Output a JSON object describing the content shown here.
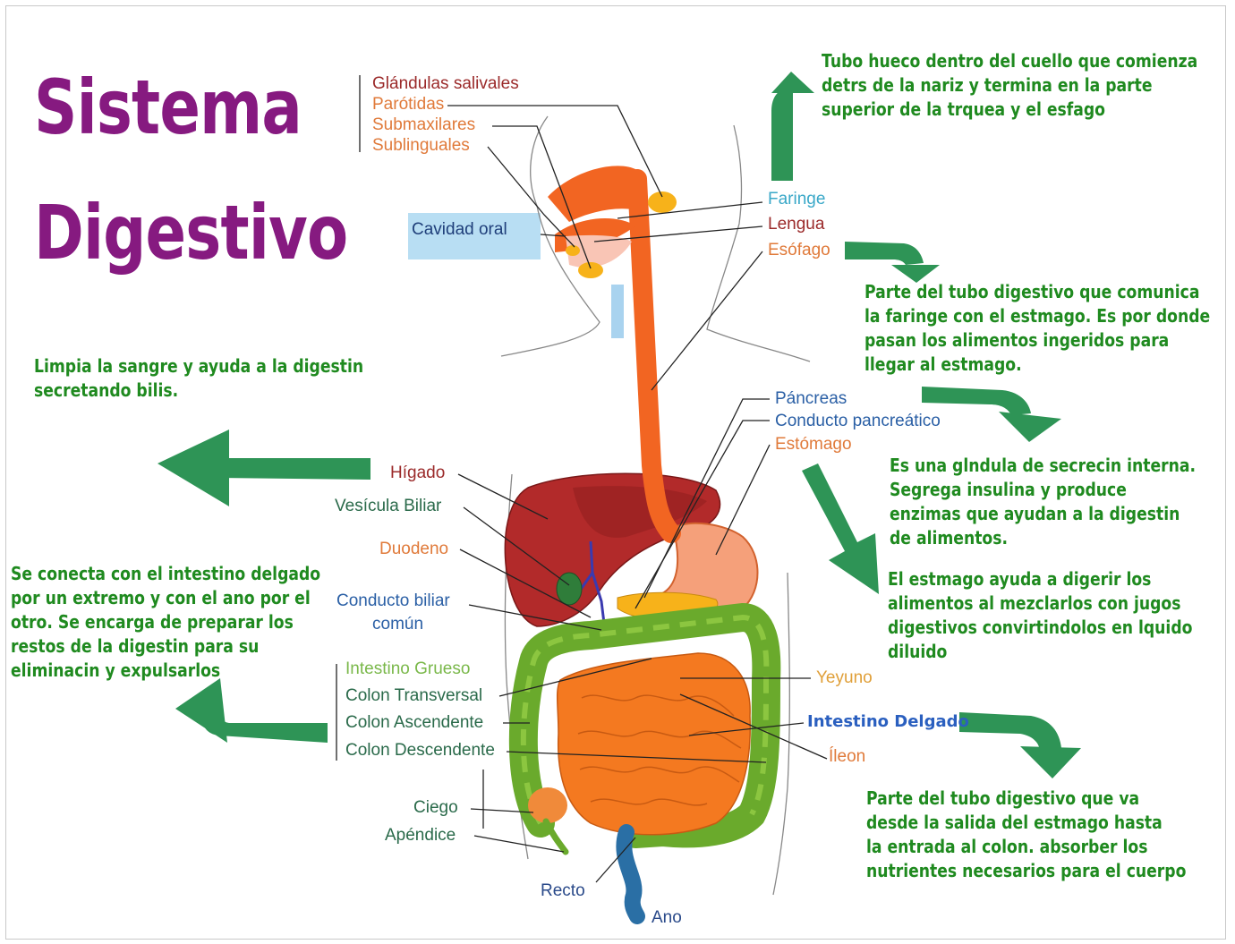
{
  "title": {
    "line1": "Sistema",
    "line2": "Digestivo"
  },
  "labels": {
    "glandulas": "Glándulas salivales",
    "parotidas": "Parótidas",
    "submaxilares": "Submaxilares",
    "sublinguales": "Sublinguales",
    "cavidad_oral": "Cavidad oral",
    "faringe": "Faringe",
    "lengua": "Lengua",
    "esofago": "Esófago",
    "pancreas": "Páncreas",
    "conducto_pancreatico": "Conducto pancreático",
    "estomago": "Estómago",
    "higado": "Hígado",
    "vesicula": "Vesícula Biliar",
    "duodeno": "Duodeno",
    "conducto_biliar_1": "Conducto biliar",
    "conducto_biliar_2": "común",
    "intestino_grueso": "Intestino Grueso",
    "colon_transversal": "Colon Transversal",
    "colon_ascendente": "Colon Ascendente",
    "colon_descendente": "Colon Descendente",
    "yeyuno": "Yeyuno",
    "intestino_delgado": "Intestino Delgado",
    "ileon": "Íleon",
    "ciego": "Ciego",
    "apendice": "Apéndice",
    "recto": "Recto",
    "ano": "Ano"
  },
  "notes": {
    "faringe": [
      "Tubo hueco dentro del cuello que comienza",
      "detrs de la nariz y termina en la parte",
      "superior de la trquea y el esfago"
    ],
    "esofago": [
      "Parte del tubo digestivo que comunica",
      "la faringe con el estmago. Es por donde",
      "pasan los alimentos ingeridos para",
      "llegar al estmago."
    ],
    "pancreas": [
      "Es una glndula de secrecin interna.",
      "Segrega insulina y  produce",
      "enzimas que ayudan a la digestin",
      "de alimentos."
    ],
    "estomago": [
      "El estmago ayuda a digerir los",
      "alimentos al mezclarlos con jugos",
      "digestivos convirtindolos en lquido",
      "diluido"
    ],
    "intestino_delgado": [
      "Parte del tubo digestivo que va",
      "desde la salida del estmago hasta",
      "la entrada al colon. absorber los",
      "nutrientes necesarios para el cuerpo"
    ],
    "higado": [
      "Limpia la sangre y ayuda a la digestin",
      "secretando bilis."
    ],
    "intestino_grueso": [
      "Se conecta con el intestino delgado",
      "por un extremo y con el ano por el",
      "otro. Se encarga de preparar los",
      "restos de la digestin para su",
      "eliminacin y expulsarlos"
    ]
  },
  "colors": {
    "title": "#861a80",
    "note_text": "#1f8a1f",
    "arrow": "#2e9456",
    "esophagus": "#f26522",
    "liver": "#b22a2a",
    "colon": "#6aaa2c",
    "small_intestine": "#f47920",
    "stomach": "#f5a07a",
    "pancreas": "#f7b21a",
    "rectum": "#2a6fa5"
  }
}
